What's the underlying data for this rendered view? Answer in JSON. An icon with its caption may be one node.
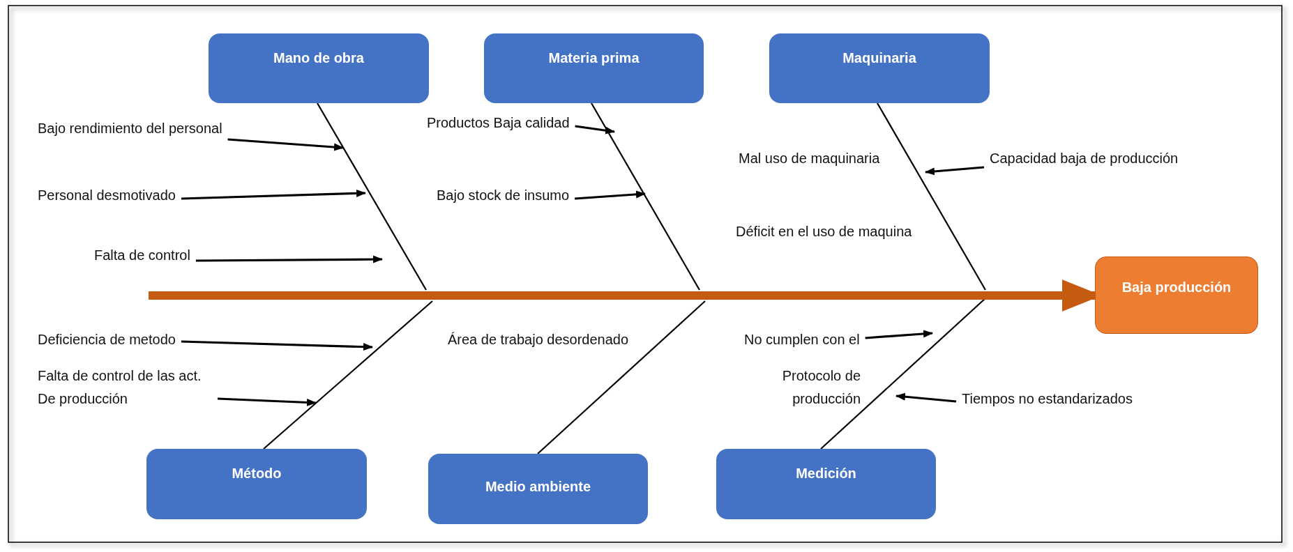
{
  "diagram": {
    "nodes": [
      {
        "text": [
          "Mano de obra"
        ]
      },
      {
        "text": [
          "Materia prima"
        ]
      },
      {
        "text": [
          "Maquinaria"
        ]
      },
      {
        "text": [
          "Método"
        ]
      },
      {
        "text": [
          "Medio ambiente"
        ]
      },
      {
        "text": [
          "Medición"
        ]
      },
      {
        "text": [
          "Baja producción"
        ]
      },
      {
        "text": [
          "Bajo rendimiento del personal"
        ]
      },
      {
        "text": [
          "Personal desmotivado"
        ]
      },
      {
        "text": [
          "Falta de control"
        ]
      },
      {
        "text": [
          "Productos Baja calidad"
        ]
      },
      {
        "text": [
          "Bajo stock de insumo"
        ]
      },
      {
        "text": [
          "Capacidad baja de producción"
        ]
      },
      {
        "text": [
          "Deficiencia de metodo"
        ]
      },
      {
        "text": [
          "Falta de control de las act. De producción"
        ]
      },
      {
        "text": [
          "No cumplen con el"
        ]
      },
      {
        "text": [
          "Tiempos no estandarizados"
        ]
      }
    ],
    "edges": [
      {
        "from": 0,
        "to": null,
        "arrow": "none"
      },
      {
        "from": 1,
        "to": null,
        "arrow": "none"
      },
      {
        "from": 2,
        "to": null,
        "arrow": "none"
      },
      {
        "from": 3,
        "to": null,
        "arrow": "none"
      },
      {
        "from": 4,
        "to": null,
        "arrow": "none"
      },
      {
        "from": 5,
        "to": null,
        "arrow": "none"
      },
      {
        "from": null,
        "to": 6,
        "arrow": "to",
        "style": "thick",
        "color": "#c55a11"
      },
      {
        "from": 7,
        "to": null,
        "arrow": "to"
      },
      {
        "from": 8,
        "to": null,
        "arrow": "to"
      },
      {
        "from": 9,
        "to": null,
        "arrow": "to"
      },
      {
        "from": 10,
        "to": null,
        "arrow": "to"
      },
      {
        "from": 11,
        "to": null,
        "arrow": "to"
      },
      {
        "from": 12,
        "to": null,
        "arrow": "to"
      },
      {
        "from": 13,
        "to": null,
        "arrow": "to"
      },
      {
        "from": 14,
        "to": null,
        "arrow": "to"
      },
      {
        "from": 15,
        "to": null,
        "arrow": "to"
      },
      {
        "from": 16,
        "to": null,
        "arrow": "to"
      }
    ],
    "labels": [
      "Mal uso de maquinaria",
      "Déficit en el uso de maquina",
      "Área de trabajo desordenado",
      "Protocolo de producción"
    ]
  }
}
